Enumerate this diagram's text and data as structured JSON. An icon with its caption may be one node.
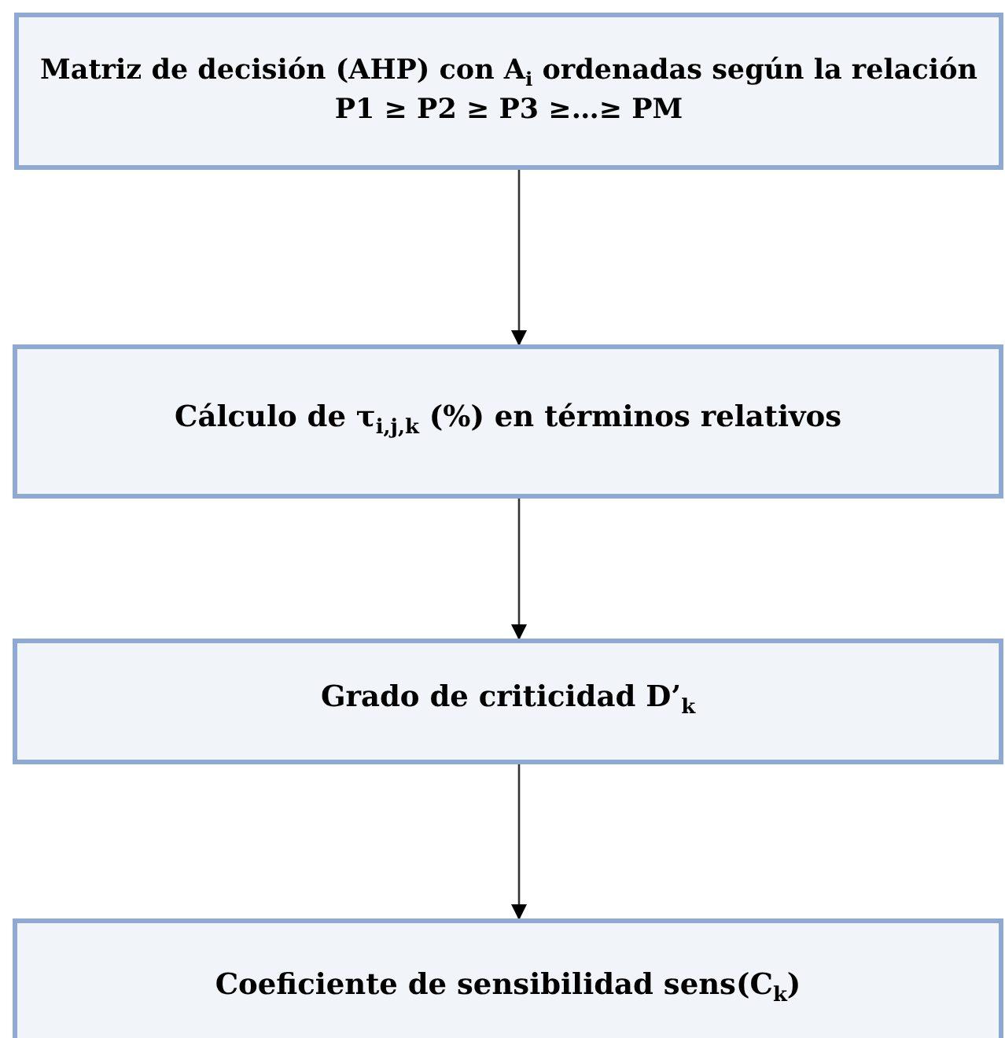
{
  "diagram": {
    "nodes": [
      {
        "text": [
          "Matriz de decisión (AHP) con A$_{i}$ ordenadas según la relación P1 ≥ P2 ≥ P3 ≥…≥ PM"
        ]
      },
      {
        "text": [
          "Cálculo de τ$_{i,j,k}$ (%) en términos relativos"
        ]
      },
      {
        "text": [
          "Grado de criticidad D’$_{k}$"
        ]
      },
      {
        "text": [
          "Coeficiente de sensibilidad sens(C$_{k}$)"
        ]
      }
    ],
    "edges": [
      {
        "from": 0,
        "to": 1,
        "arrow": "to"
      },
      {
        "from": 1,
        "to": 2,
        "arrow": "to"
      },
      {
        "from": 2,
        "to": 3,
        "arrow": "to"
      }
    ]
  }
}
